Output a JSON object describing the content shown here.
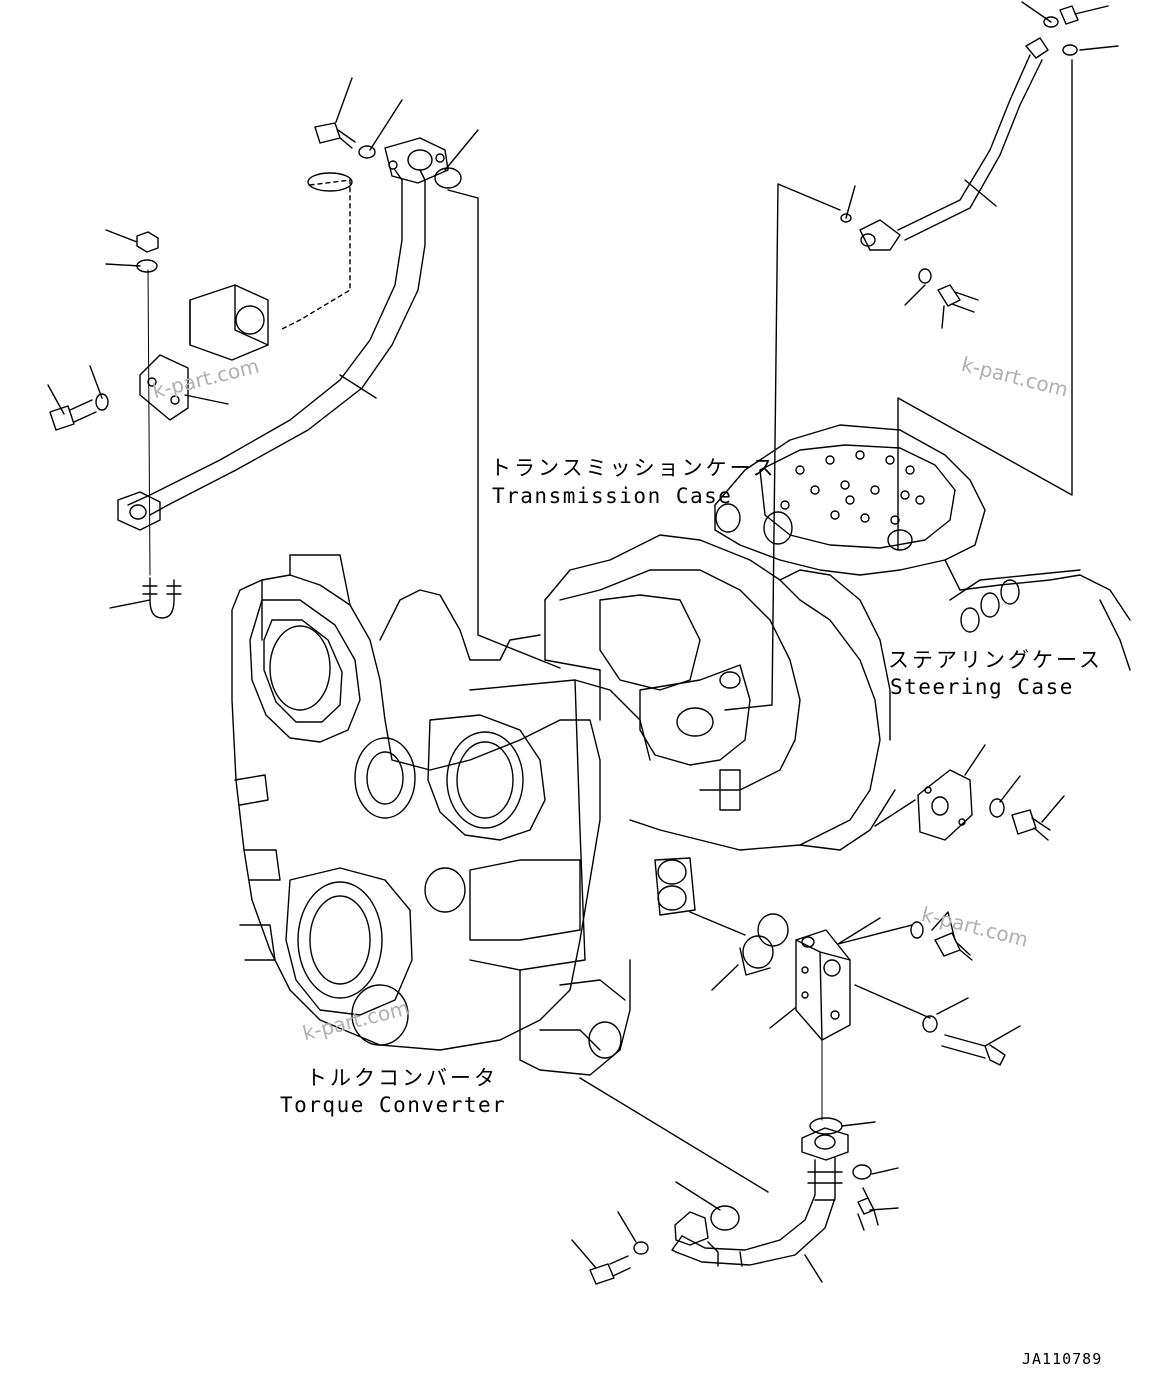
{
  "labels": {
    "transmission_case": {
      "jp": "トランスミッションケース",
      "en": "Transmission Case"
    },
    "steering_case": {
      "jp": "ステアリングケース",
      "en": "Steering Case"
    },
    "torque_converter": {
      "jp": "トルクコンバータ",
      "en": "Torque Converter"
    }
  },
  "watermarks": [
    "k-part.com",
    "k-part.com",
    "k-part.com",
    "k-part.com"
  ],
  "drawing_code": "JA110789",
  "colors": {
    "line": "#000000",
    "background": "#ffffff",
    "watermark": "#b0b0b0"
  }
}
